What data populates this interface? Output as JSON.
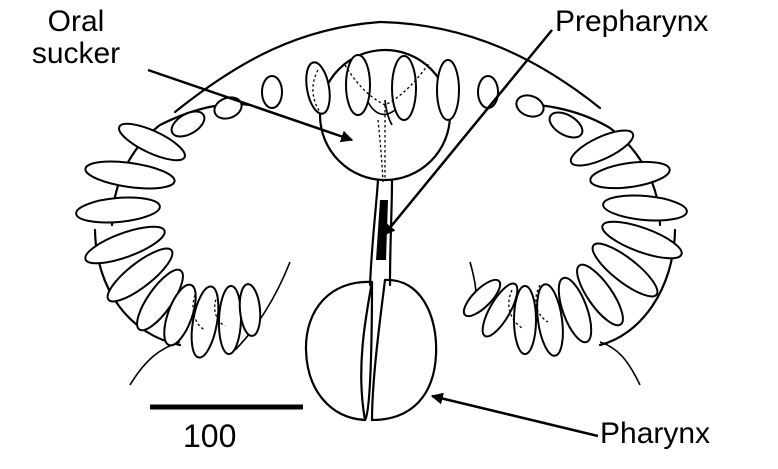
{
  "labels": {
    "oral_sucker_line1": "Oral",
    "oral_sucker_line2": "sucker",
    "prepharynx": "Prepharynx",
    "pharynx": "Pharynx",
    "scale_bar": "100"
  }
}
